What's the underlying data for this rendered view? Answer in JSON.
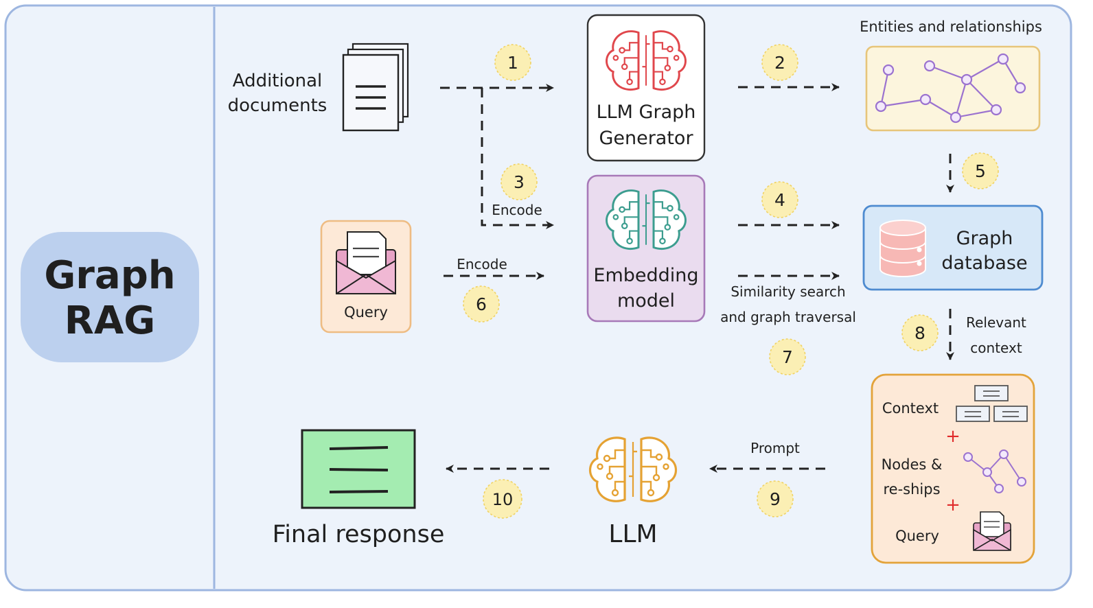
{
  "title": {
    "line1": "Graph",
    "line2": "RAG"
  },
  "colors": {
    "panel_bg": "#edf3fb",
    "panel_border": "#9db6e0",
    "title_pill": "#bcd0ee",
    "step_badge": "#fbefb4",
    "graph_box_bg": "#fcf5dd",
    "graph_box_border": "#e7c57a",
    "graph_db_bg": "#d7e8f8",
    "graph_db_border": "#4e8bd0",
    "embed_bg": "#eadcef",
    "embed_border": "#a779b8",
    "llm_gen_icon": "#e0474c",
    "embed_icon": "#3c9d8f",
    "llm_icon": "#e5a233",
    "query_box_bg": "#fde9d7",
    "query_box_border": "#eebc83",
    "envelope": "#e7a3c6",
    "response_bg": "#a4ecb1",
    "database": "#f7b8b5",
    "plus": "#e02b2b"
  },
  "icons": [
    "documents-icon",
    "circuit-brain-icon",
    "envelope-icon",
    "database-icon",
    "graph-network-icon",
    "response-document-icon"
  ],
  "nodes": {
    "additional_documents": {
      "line1": "Additional",
      "line2": "documents"
    },
    "llm_graph_generator": {
      "line1": "LLM Graph",
      "line2": "Generator"
    },
    "entities_relationships": {
      "label": "Entities and relationships"
    },
    "embedding_model": {
      "line1": "Embedding",
      "line2": "model"
    },
    "graph_database": {
      "line1": "Graph",
      "line2": "database"
    },
    "query": {
      "label": "Query"
    },
    "context_bundle": {
      "context": "Context",
      "nodes_line1": "Nodes &",
      "nodes_line2": "re-ships",
      "query": "Query",
      "plus": "+"
    },
    "llm": {
      "label": "LLM"
    },
    "final_response": {
      "label": "Final response"
    }
  },
  "edges": {
    "encode_docs": "Encode",
    "encode_query": "Encode",
    "similarity_line1": "Similarity search",
    "similarity_line2": "and graph traversal",
    "relevant_line1": "Relevant",
    "relevant_line2": "context",
    "prompt": "Prompt"
  },
  "steps": [
    "1",
    "2",
    "3",
    "4",
    "5",
    "6",
    "7",
    "8",
    "9",
    "10"
  ]
}
